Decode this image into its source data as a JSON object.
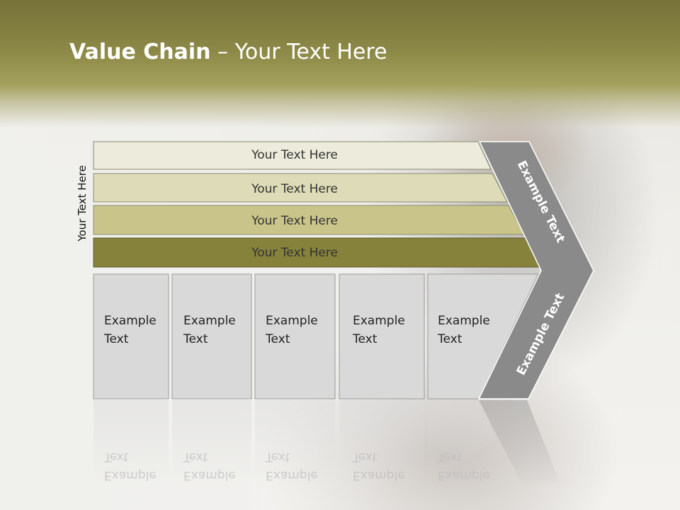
{
  "title": {
    "bold": "Value Chain",
    "rest": " – Your Text Here"
  },
  "vertical_label": "Your Text Here",
  "rows": [
    {
      "label": "Your Text Here",
      "color": "#ecebdc"
    },
    {
      "label": "Your Text Here",
      "color": "#dedcb8"
    },
    {
      "label": "Your Text Here",
      "color": "#c9c58a"
    },
    {
      "label": "Your Text Here",
      "color": "#86823c"
    }
  ],
  "boxes": [
    {
      "text": "Example\nText"
    },
    {
      "text": "Example\nText"
    },
    {
      "text": "Example\nText"
    },
    {
      "text": "Example\nText"
    },
    {
      "text": "Example\nText"
    }
  ],
  "chevron": {
    "upper": "Example Text",
    "lower": "Example Text",
    "color": "#8a8a8a"
  },
  "colors": {
    "header": "#8c8846",
    "box_fill": "#d9d9d9"
  }
}
